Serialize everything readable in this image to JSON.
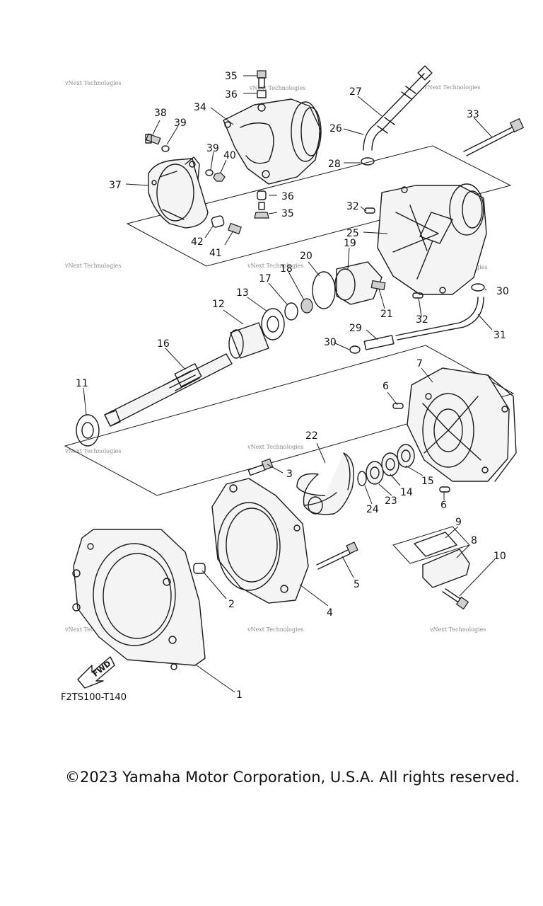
{
  "diagram": {
    "code": "F2TS100-T140",
    "fwd_label": "FWD",
    "watermark": "vNext Technologies",
    "callouts": [
      "1",
      "2",
      "3",
      "4",
      "5",
      "6",
      "7",
      "8",
      "9",
      "10",
      "11",
      "12",
      "13",
      "14",
      "15",
      "16",
      "17",
      "18",
      "19",
      "20",
      "21",
      "22",
      "23",
      "24",
      "25",
      "26",
      "27",
      "28",
      "29",
      "30",
      "31",
      "32",
      "33",
      "34",
      "35",
      "36",
      "37",
      "38",
      "39",
      "40",
      "41",
      "42"
    ]
  },
  "footer": {
    "copyright": "©2023 Yamaha Motor Corporation, U.S.A. All rights reserved."
  }
}
